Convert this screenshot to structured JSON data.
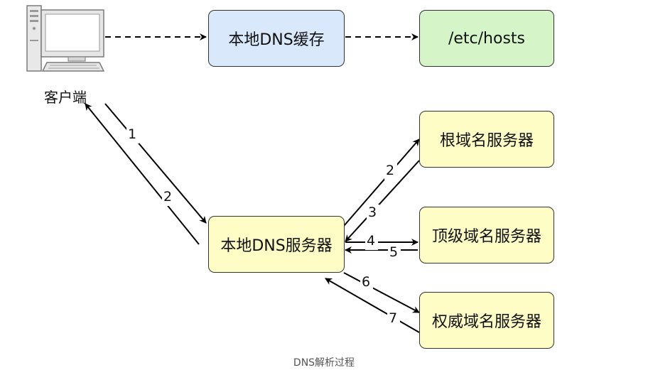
{
  "caption": "DNS解析过程",
  "client": {
    "label": "客户端",
    "icon": "computer-icon"
  },
  "nodes": {
    "local_cache": "本地DNS缓存",
    "hosts_file": "/etc/hosts",
    "local_dns": "本地DNS服务器",
    "root_dns": "根域名服务器",
    "tld_dns": "顶级域名服务器",
    "auth_dns": "权威域名服务器"
  },
  "steps": [
    "1",
    "2",
    "2",
    "3",
    "4",
    "5",
    "6",
    "7"
  ],
  "colors": {
    "cache_fill": "#dae8fc",
    "hosts_fill": "#d5f5c8",
    "server_fill": "#fffdc6",
    "stroke": "#000000"
  }
}
